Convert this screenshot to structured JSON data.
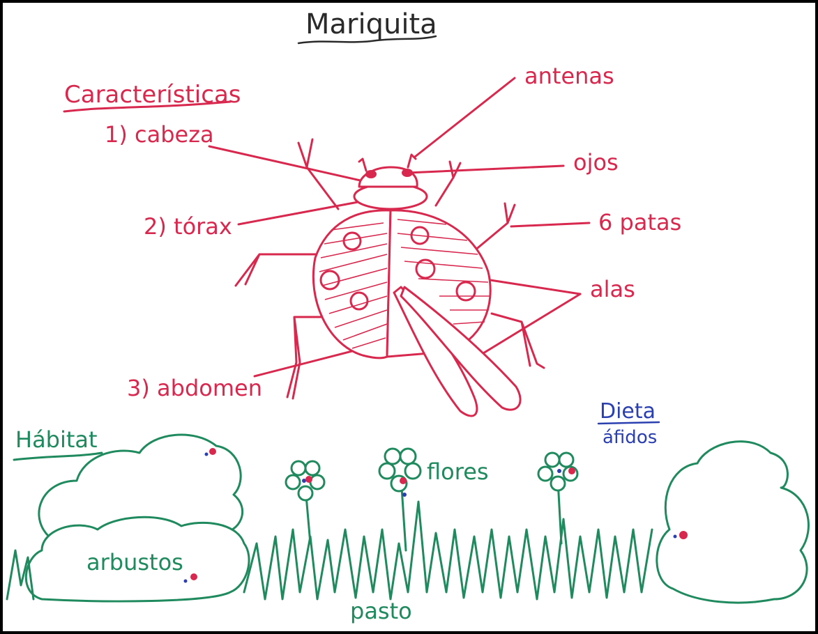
{
  "title": "Mariquita",
  "characteristics": {
    "heading": "Características",
    "labels": {
      "antennae": "antenas",
      "head": "1) cabeza",
      "eyes": "ojos",
      "thorax": "2) tórax",
      "legs": "6 patas",
      "wings": "alas",
      "abdomen": "3) abdomen"
    }
  },
  "habitat": {
    "heading": "Hábitat",
    "shrubs": "arbustos",
    "flowers": "flores",
    "grass": "pasto"
  },
  "diet": {
    "heading": "Dieta",
    "food": "áfidos"
  },
  "colors": {
    "red_marker": "#d8284e",
    "green_marker": "#1f8a5e",
    "blue_marker": "#2a3fb0",
    "black_marker": "#2a2a2a",
    "frame": "#000000"
  }
}
